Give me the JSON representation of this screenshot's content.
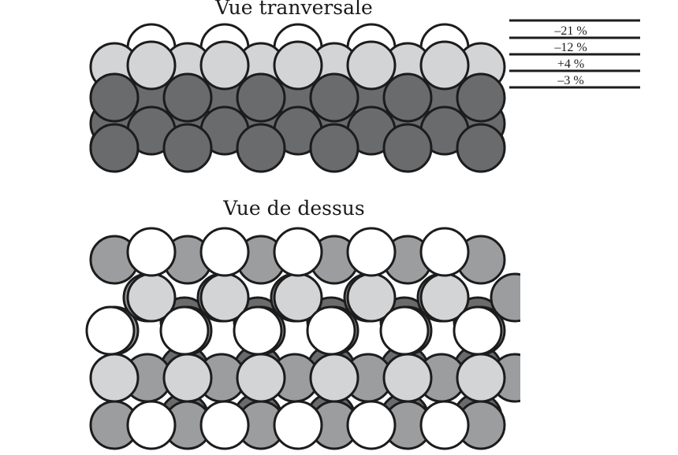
{
  "titles": {
    "side_view": "Vue tranversale",
    "top_view": "Vue de dessus"
  },
  "relaxation_labels": [
    "–21 %",
    "–12 %",
    "+4 %",
    "–3 %"
  ],
  "colors": {
    "layer_1": "#ffffff",
    "layer_2": "#d3d4d6",
    "layer_3": "#9c9d9f",
    "layer_4": "#6a6b6d",
    "outline": "#1c1c1c"
  }
}
